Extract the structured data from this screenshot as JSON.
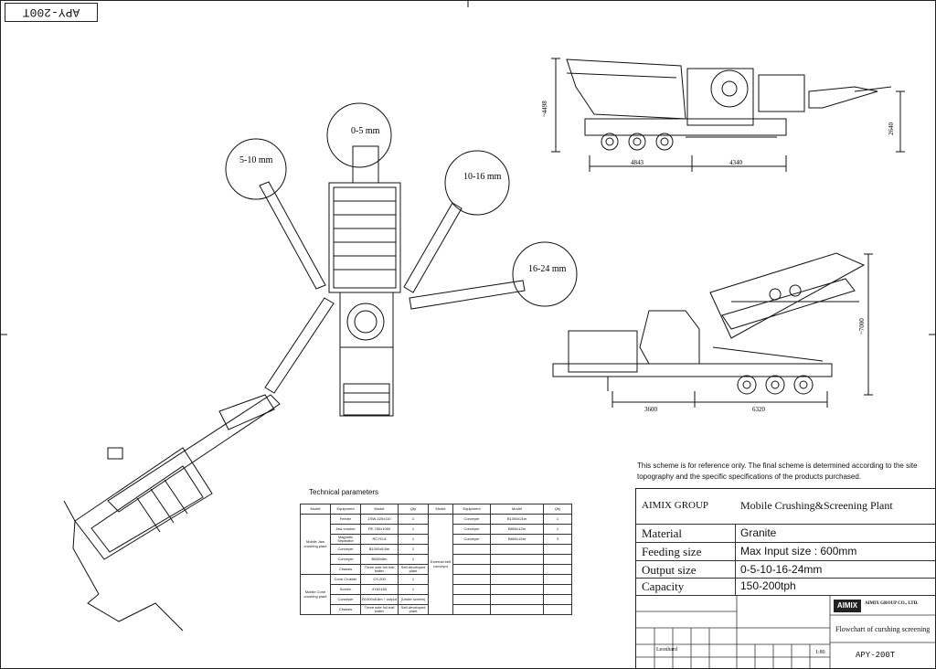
{
  "stamp": "APY-200T",
  "size_labels": {
    "s1": "0-5 mm",
    "s2": "5-10 mm",
    "s3": "10-16 mm",
    "s4": "16-24 mm"
  },
  "dims": {
    "top_height": "~4498",
    "top_len1": "4843",
    "top_len2": "4340",
    "top_right": "2640",
    "bot_height": "~7000",
    "bot_len1": "3600",
    "bot_len2": "6320"
  },
  "tech": {
    "title": "Technical parameters",
    "headers": [
      "Model",
      "Equipment",
      "Model",
      "Qty",
      "Model",
      "Equipment",
      "Model",
      "Qty"
    ],
    "group1": "Mobile Jaw crushing plant",
    "group2": "Mobile Cone crushing plant",
    "group3": "External belt conveyor",
    "rows": [
      [
        "Feeder",
        "ZSW-420x110",
        "1",
        "Conveyer",
        "B1000x21m",
        "1"
      ],
      [
        "Jaw crusher",
        "PE-750x1060",
        "1",
        "Conveyer",
        "B800x12m",
        "1"
      ],
      [
        "Magnetic Separator",
        "RCYD-8",
        "1",
        "Conveyer",
        "B800x15m",
        "3"
      ],
      [
        "Conveyer",
        "B1000x8.8m",
        "1",
        "",
        "",
        ""
      ],
      [
        "Conveyer",
        "B650x8m",
        "1",
        "",
        "",
        ""
      ],
      [
        "Chassis",
        "Three axle full trail trailer",
        "Self-developed plant",
        "",
        "",
        ""
      ],
      [
        "Cone Crusher",
        "CS-200",
        "1",
        "",
        "",
        ""
      ],
      [
        "Screen",
        "4YA2160",
        "1",
        "",
        "",
        ""
      ],
      [
        "Conveyer",
        "B1000x8.8m ↑ output",
        "(Under screen)",
        "",
        "",
        ""
      ],
      [
        "Chassis",
        "Three axle full trail trailer",
        "Self-developed plant",
        "",
        "",
        ""
      ]
    ]
  },
  "note": "This scheme is for reference only. The final scheme is determined according to the site topography and the specific specifications of the products purchased.",
  "title_block": {
    "company": "AIMIX GROUP",
    "project": "Mobile Crushing&Screening Plant",
    "material_label": "Material",
    "material_value": "Granite",
    "feeding_label": "Feeding size",
    "feeding_value": "Max Input size : 600mm",
    "output_label": "Output size",
    "output_value": "0-5-10-16-24mm",
    "capacity_label": "Capacity",
    "capacity_value": "150-200tph",
    "logo": "AIMIX",
    "logo_co": "AIMIX GROUP CO., LTD.",
    "flowchart": "Flowchart of curshing screening",
    "drawing_no": "APY-200T",
    "scale": "1:80",
    "designer": "Leonhard"
  }
}
